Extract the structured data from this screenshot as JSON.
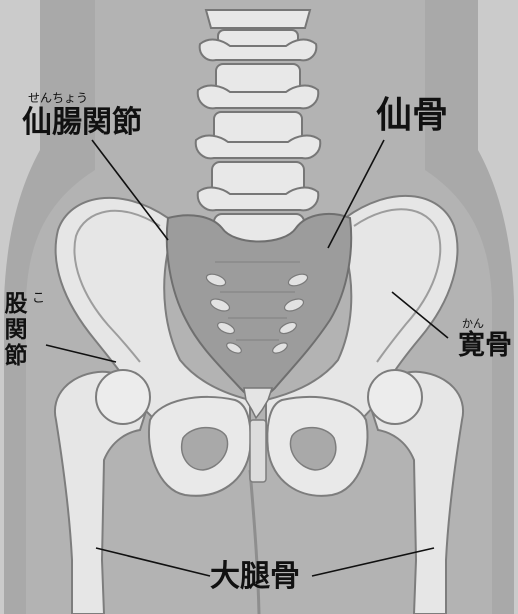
{
  "labels": {
    "sacroiliac_joint": {
      "text": "仙腸関節",
      "ruby": "せんちょう"
    },
    "sacrum": {
      "text": "仙骨"
    },
    "hip_joint": {
      "chars": [
        "股",
        "関",
        "節"
      ],
      "ruby": "こ"
    },
    "ilium": {
      "text": "寛骨",
      "ruby": "かん"
    },
    "femur": {
      "text": "大腿骨"
    }
  }
}
